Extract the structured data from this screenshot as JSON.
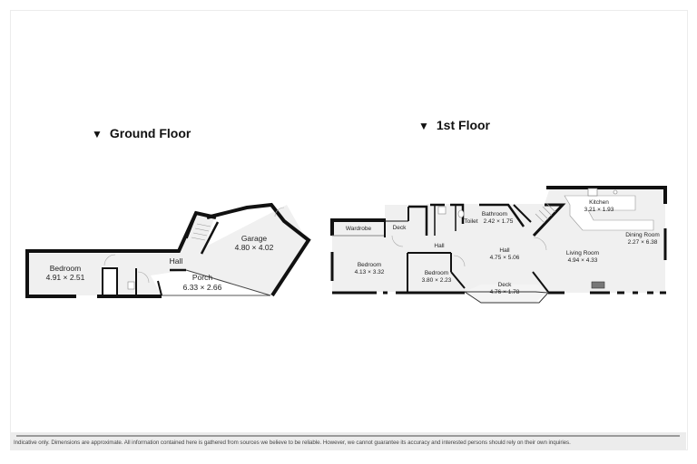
{
  "floors": [
    {
      "title": "Ground Floor",
      "marker": "▼",
      "rooms": [
        {
          "name": "Bedroom",
          "dims": "4.91 × 2.51"
        },
        {
          "name": "Hall",
          "dims": ""
        },
        {
          "name": "Garage",
          "dims": "4.80 × 4.02"
        },
        {
          "name": "Porch",
          "dims": "6.33 × 2.66"
        }
      ]
    },
    {
      "title": "1st Floor",
      "marker": "▼",
      "rooms": [
        {
          "name": "Wardrobe",
          "dims": ""
        },
        {
          "name": "Deck",
          "dims": ""
        },
        {
          "name": "Hall",
          "dims": ""
        },
        {
          "name": "Bathroom",
          "dims": ""
        },
        {
          "name": "Toilet",
          "dims": "2.42 × 1.75"
        },
        {
          "name": "Bedroom",
          "dims": "4.13 × 3.32"
        },
        {
          "name": "Bedroom",
          "dims": "3.80 × 2.23"
        },
        {
          "name": "Hall",
          "dims": "4.75 × 5.06"
        },
        {
          "name": "Deck",
          "dims": "4.76 × 1.78"
        },
        {
          "name": "Kitchen",
          "dims": "3.21 × 1.93"
        },
        {
          "name": "Living Room",
          "dims": "4.94 × 4.33"
        },
        {
          "name": "Dining Room",
          "dims": "2.27 × 6.38"
        }
      ]
    }
  ],
  "disclaimer": "Indicative only. Dimensions are approximate. All information contained here is gathered from sources we believe to be reliable. However, we cannot guarantee its accuracy and interested persons should rely on their own inquiries."
}
